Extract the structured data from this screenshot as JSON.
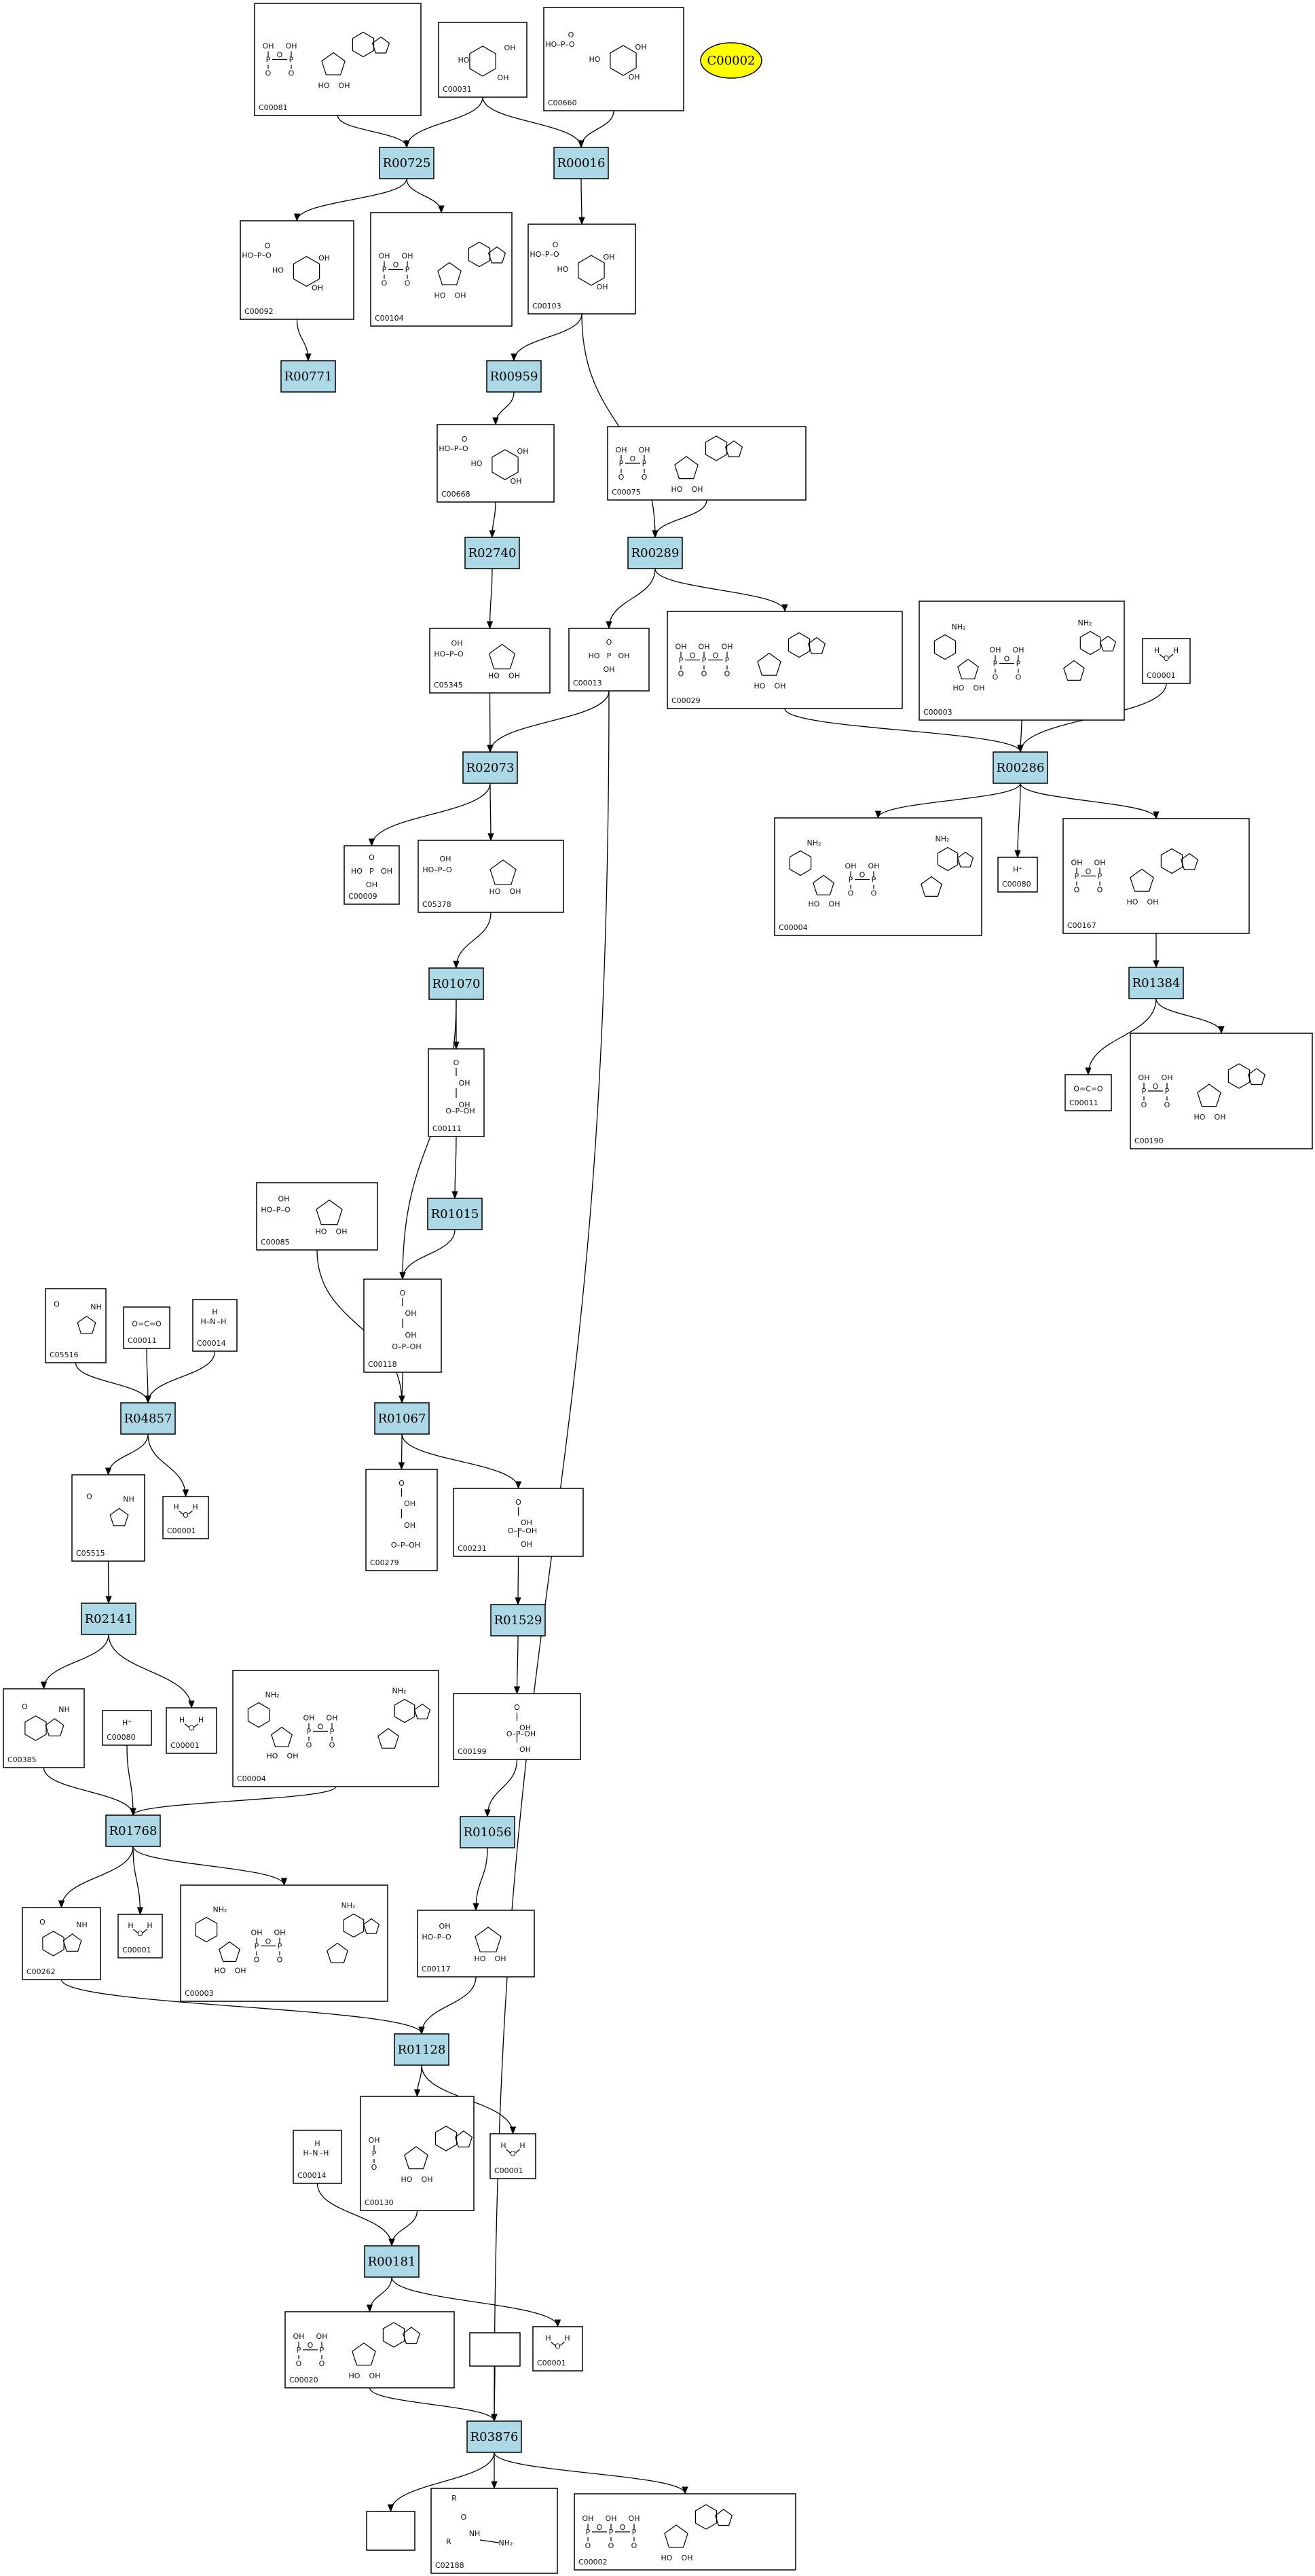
{
  "target": {
    "id": "C00002"
  },
  "compounds": [
    {
      "id": "C00081",
      "kind": "nucleotide"
    },
    {
      "id": "C00031",
      "kind": "sugar"
    },
    {
      "id": "C00660",
      "kind": "sugarP"
    },
    {
      "id": "C00092",
      "kind": "sugarP"
    },
    {
      "id": "C00104",
      "kind": "nucleotide"
    },
    {
      "id": "C00103",
      "kind": "sugarP"
    },
    {
      "id": "C00668",
      "kind": "sugarP"
    },
    {
      "id": "C00075",
      "kind": "nucleotide"
    },
    {
      "id": "C05345",
      "kind": "furanoseP"
    },
    {
      "id": "C00013",
      "kind": "phosphate"
    },
    {
      "id": "C00029",
      "kind": "nucleotide"
    },
    {
      "id": "C00003",
      "kind": "dinucleotide"
    },
    {
      "id": "C00001",
      "kind": "water"
    },
    {
      "id": "C00009",
      "kind": "phosphate"
    },
    {
      "id": "C05378",
      "kind": "furanoseP"
    },
    {
      "id": "C00004",
      "kind": "dinucleotide"
    },
    {
      "id": "C00080",
      "kind": "proton"
    },
    {
      "id": "C00167",
      "kind": "nucleotide"
    },
    {
      "id": "C00111",
      "kind": "chain"
    },
    {
      "id": "C00011",
      "kind": "co2"
    },
    {
      "id": "C00190",
      "kind": "nucleotide"
    },
    {
      "id": "C00085",
      "kind": "furanoseP"
    },
    {
      "id": "C05516",
      "kind": "imidazole"
    },
    {
      "id": "C00011",
      "kind": "co2"
    },
    {
      "id": "C00014",
      "kind": "ammonia"
    },
    {
      "id": "C00118",
      "kind": "chain"
    },
    {
      "id": "C05515",
      "kind": "imidazole"
    },
    {
      "id": "C00001",
      "kind": "water"
    },
    {
      "id": "C00279",
      "kind": "chain"
    },
    {
      "id": "C00231",
      "kind": "chain"
    },
    {
      "id": "C00385",
      "kind": "purine"
    },
    {
      "id": "C00080",
      "kind": "proton"
    },
    {
      "id": "C00001",
      "kind": "water"
    },
    {
      "id": "C00004",
      "kind": "dinucleotide"
    },
    {
      "id": "C00199",
      "kind": "chain"
    },
    {
      "id": "C00262",
      "kind": "purine"
    },
    {
      "id": "C00001",
      "kind": "water"
    },
    {
      "id": "C00003",
      "kind": "dinucleotide"
    },
    {
      "id": "C00117",
      "kind": "furanoseP"
    },
    {
      "id": "C00001",
      "kind": "water"
    },
    {
      "id": "C00014",
      "kind": "ammonia"
    },
    {
      "id": "C00130",
      "kind": "nucleotide"
    },
    {
      "id": "C00020",
      "kind": "nucleotide"
    },
    {
      "id": "C00001",
      "kind": "water"
    },
    {
      "id": "",
      "kind": "empty"
    },
    {
      "id": "",
      "kind": "empty"
    },
    {
      "id": "C02188",
      "kind": "peptide"
    },
    {
      "id": "C00002",
      "kind": "nucleotide"
    }
  ],
  "reactions": [
    {
      "id": "R00725"
    },
    {
      "id": "R00016"
    },
    {
      "id": "R00771"
    },
    {
      "id": "R00959"
    },
    {
      "id": "R02740"
    },
    {
      "id": "R00289"
    },
    {
      "id": "R02073"
    },
    {
      "id": "R00286"
    },
    {
      "id": "R01070"
    },
    {
      "id": "R01384"
    },
    {
      "id": "R01015"
    },
    {
      "id": "R04857"
    },
    {
      "id": "R01067"
    },
    {
      "id": "R02141"
    },
    {
      "id": "R01529"
    },
    {
      "id": "R01768"
    },
    {
      "id": "R01056"
    },
    {
      "id": "R01128"
    },
    {
      "id": "R00181"
    },
    {
      "id": "R03876"
    }
  ],
  "edges": [
    [
      0,
      0
    ],
    [
      1,
      0
    ],
    [
      1,
      1
    ],
    [
      2,
      1
    ],
    [
      "R0",
      3
    ],
    [
      "R0",
      4
    ],
    [
      "R1",
      5
    ],
    [
      3,
      "R2"
    ],
    [
      5,
      "R3"
    ],
    [
      "R3",
      6
    ],
    [
      6,
      "R4"
    ],
    [
      "R4",
      8
    ],
    [
      5,
      "R5"
    ],
    [
      7,
      "R5"
    ],
    [
      "R5",
      9
    ],
    [
      "R5",
      10
    ],
    [
      8,
      "R6"
    ],
    [
      9,
      "R6"
    ],
    [
      "R6",
      13
    ],
    [
      "R6",
      14
    ],
    [
      10,
      "R7"
    ],
    [
      11,
      "R7"
    ],
    [
      12,
      "R7"
    ],
    [
      "R7",
      15
    ],
    [
      "R7",
      16
    ],
    [
      "R7",
      17
    ],
    [
      14,
      "R8"
    ],
    [
      "R8",
      18
    ],
    [
      "R8",
      25
    ],
    [
      17,
      "R9"
    ],
    [
      "R9",
      19
    ],
    [
      "R9",
      20
    ],
    [
      18,
      "R10"
    ],
    [
      "R10",
      25
    ],
    [
      22,
      "R11"
    ],
    [
      23,
      "R11"
    ],
    [
      24,
      "R11"
    ],
    [
      "R11",
      26
    ],
    [
      "R11",
      27
    ],
    [
      21,
      "R12"
    ],
    [
      25,
      "R12"
    ],
    [
      "R12",
      28
    ],
    [
      "R12",
      29
    ],
    [
      26,
      "R13"
    ],
    [
      "R13",
      30
    ],
    [
      "R13",
      32
    ],
    [
      29,
      "R14"
    ],
    [
      "R14",
      34
    ],
    [
      30,
      "R15"
    ],
    [
      31,
      "R15"
    ],
    [
      33,
      "R15"
    ],
    [
      "R15",
      35
    ],
    [
      "R15",
      36
    ],
    [
      "R15",
      37
    ],
    [
      34,
      "R16"
    ],
    [
      "R16",
      38
    ],
    [
      35,
      "R17"
    ],
    [
      38,
      "R17"
    ],
    [
      "R17",
      39
    ],
    [
      "R17",
      41
    ],
    [
      40,
      "R18"
    ],
    [
      41,
      "R18"
    ],
    [
      "R18",
      42
    ],
    [
      "R18",
      43
    ],
    [
      9,
      "R19"
    ],
    [
      42,
      "R19"
    ],
    [
      44,
      "R19"
    ],
    [
      "R19",
      45
    ],
    [
      "R19",
      46
    ],
    [
      "R19",
      47
    ]
  ]
}
